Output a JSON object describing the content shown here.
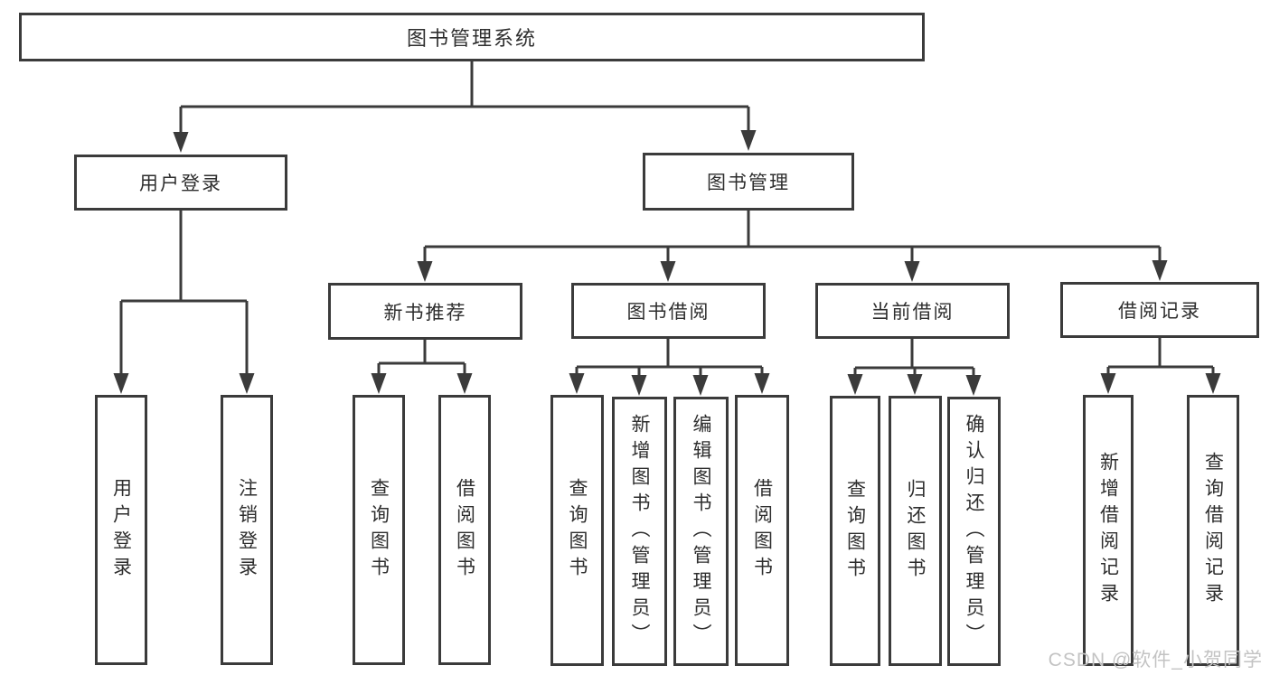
{
  "diagram_title": "图书管理系统",
  "nodes": {
    "root": {
      "label": "图书管理系统"
    },
    "user_login": {
      "label": "用户登录"
    },
    "book_mgmt": {
      "label": "图书管理"
    },
    "new_book": {
      "label": "新书推荐"
    },
    "book_borrow": {
      "label": "图书借阅"
    },
    "current_borrow": {
      "label": "当前借阅"
    },
    "borrow_record": {
      "label": "借阅记录"
    },
    "leaf_user_login": {
      "label": "用户登录"
    },
    "leaf_logout": {
      "label": "注销登录"
    },
    "leaf_nb_query": {
      "label": "查询图书"
    },
    "leaf_nb_borrow": {
      "label": "借阅图书"
    },
    "leaf_bb_query": {
      "label": "查询图书"
    },
    "leaf_bb_add": {
      "label": "新增图书（管理员）"
    },
    "leaf_bb_edit": {
      "label": "编辑图书（管理员）"
    },
    "leaf_bb_borrow": {
      "label": "借阅图书"
    },
    "leaf_cb_query": {
      "label": "查询图书"
    },
    "leaf_cb_return": {
      "label": "归还图书"
    },
    "leaf_cb_confirm": {
      "label": "确认归还（管理员）"
    },
    "leaf_br_add": {
      "label": "新增借阅记录"
    },
    "leaf_br_query": {
      "label": "查询借阅记录"
    }
  },
  "hierarchy": {
    "root": [
      "user_login",
      "book_mgmt"
    ],
    "user_login": [
      "leaf_user_login",
      "leaf_logout"
    ],
    "book_mgmt": [
      "new_book",
      "book_borrow",
      "current_borrow",
      "borrow_record"
    ],
    "new_book": [
      "leaf_nb_query",
      "leaf_nb_borrow"
    ],
    "book_borrow": [
      "leaf_bb_query",
      "leaf_bb_add",
      "leaf_bb_edit",
      "leaf_bb_borrow"
    ],
    "current_borrow": [
      "leaf_cb_query",
      "leaf_cb_return",
      "leaf_cb_confirm"
    ],
    "borrow_record": [
      "leaf_br_add",
      "leaf_br_query"
    ]
  },
  "watermark": {
    "text": "CSDN @软件_小贺同学"
  },
  "colors": {
    "line": "#3b3b3b",
    "text": "#2e2e2e",
    "background": "#ffffff",
    "watermark": "#c3c3c3"
  }
}
